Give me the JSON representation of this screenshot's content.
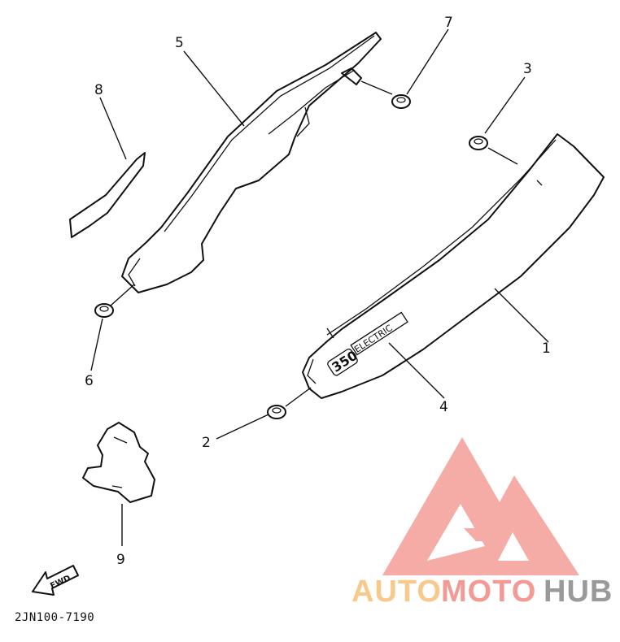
{
  "diagram": {
    "part_code": "2JN100-7190",
    "fwd_label": "FWD",
    "decal_text": {
      "model": "350",
      "sub": "ELECTRIC"
    },
    "callouts": [
      "1",
      "2",
      "3",
      "4",
      "5",
      "6",
      "7",
      "8",
      "9"
    ]
  },
  "watermark": {
    "word_auto": "AUTO",
    "word_moto": "MOTO",
    "word_hub": "HUB",
    "colors": {
      "auto": "#f7c98a",
      "moto": "#f39a94",
      "hub": "#9a9a9a",
      "logo": "#f39a94"
    }
  }
}
